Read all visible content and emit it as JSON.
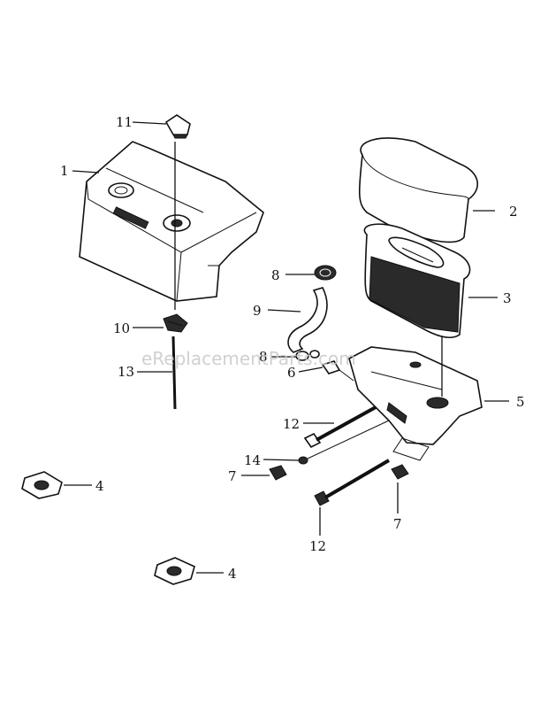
{
  "watermark": "eReplacementParts.com",
  "callouts": {
    "c1": "1",
    "c2": "2",
    "c3": "3",
    "c4a": "4",
    "c4b": "4",
    "c5": "5",
    "c6": "6",
    "c7a": "7",
    "c7b": "7",
    "c8a": "8",
    "c8b": "8",
    "c9": "9",
    "c10": "10",
    "c11": "11",
    "c12a": "12",
    "c12b": "12",
    "c13": "13",
    "c14": "14"
  }
}
